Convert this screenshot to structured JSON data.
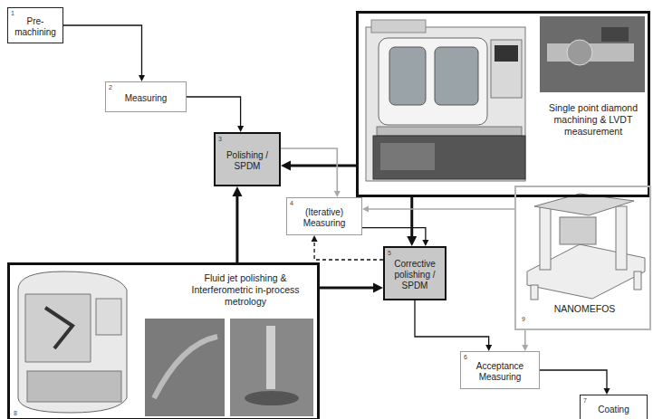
{
  "diagram": {
    "nodes": [
      {
        "text": [
          "1",
          "Pre-machining"
        ]
      },
      {
        "text": [
          "2",
          "Measuring"
        ]
      },
      {
        "text": [
          "3",
          "Polishing / SPDM"
        ]
      },
      {
        "text": [
          "Single point diamond machining & LVDT measurement"
        ]
      },
      {
        "text": [
          "4",
          "(Iterative) Measuring"
        ]
      },
      {
        "text": [
          "5",
          "Corrective polishing / SPDM"
        ]
      },
      {
        "text": [
          "8",
          "Fluid jet polishing & Interferometric in-process metrology"
        ]
      },
      {
        "text": [
          "9",
          "NANOMEFOS"
        ]
      },
      {
        "text": [
          "6",
          "Acceptance Measuring"
        ]
      },
      {
        "text": [
          "7",
          "Coating"
        ]
      }
    ],
    "edges": [
      {
        "from": 0,
        "to": 1,
        "arrow": "to"
      },
      {
        "from": 1,
        "to": 2,
        "arrow": "to"
      },
      {
        "from": 3,
        "to": 2,
        "arrow": "to"
      },
      {
        "from": 3,
        "to": 5,
        "arrow": "to"
      },
      {
        "from": 6,
        "to": 2,
        "arrow": "to"
      },
      {
        "from": 6,
        "to": 5,
        "arrow": "to"
      },
      {
        "from": 2,
        "to": 4,
        "arrow": "to"
      },
      {
        "from": 4,
        "to": 5,
        "arrow": "to"
      },
      {
        "from": 5,
        "to": 4,
        "arrow": "to"
      },
      {
        "from": 7,
        "to": 4,
        "arrow": "to"
      },
      {
        "from": 7,
        "to": 8,
        "arrow": "to"
      },
      {
        "from": 5,
        "to": 8,
        "arrow": "to"
      },
      {
        "from": 8,
        "to": 9,
        "arrow": "to"
      }
    ]
  }
}
